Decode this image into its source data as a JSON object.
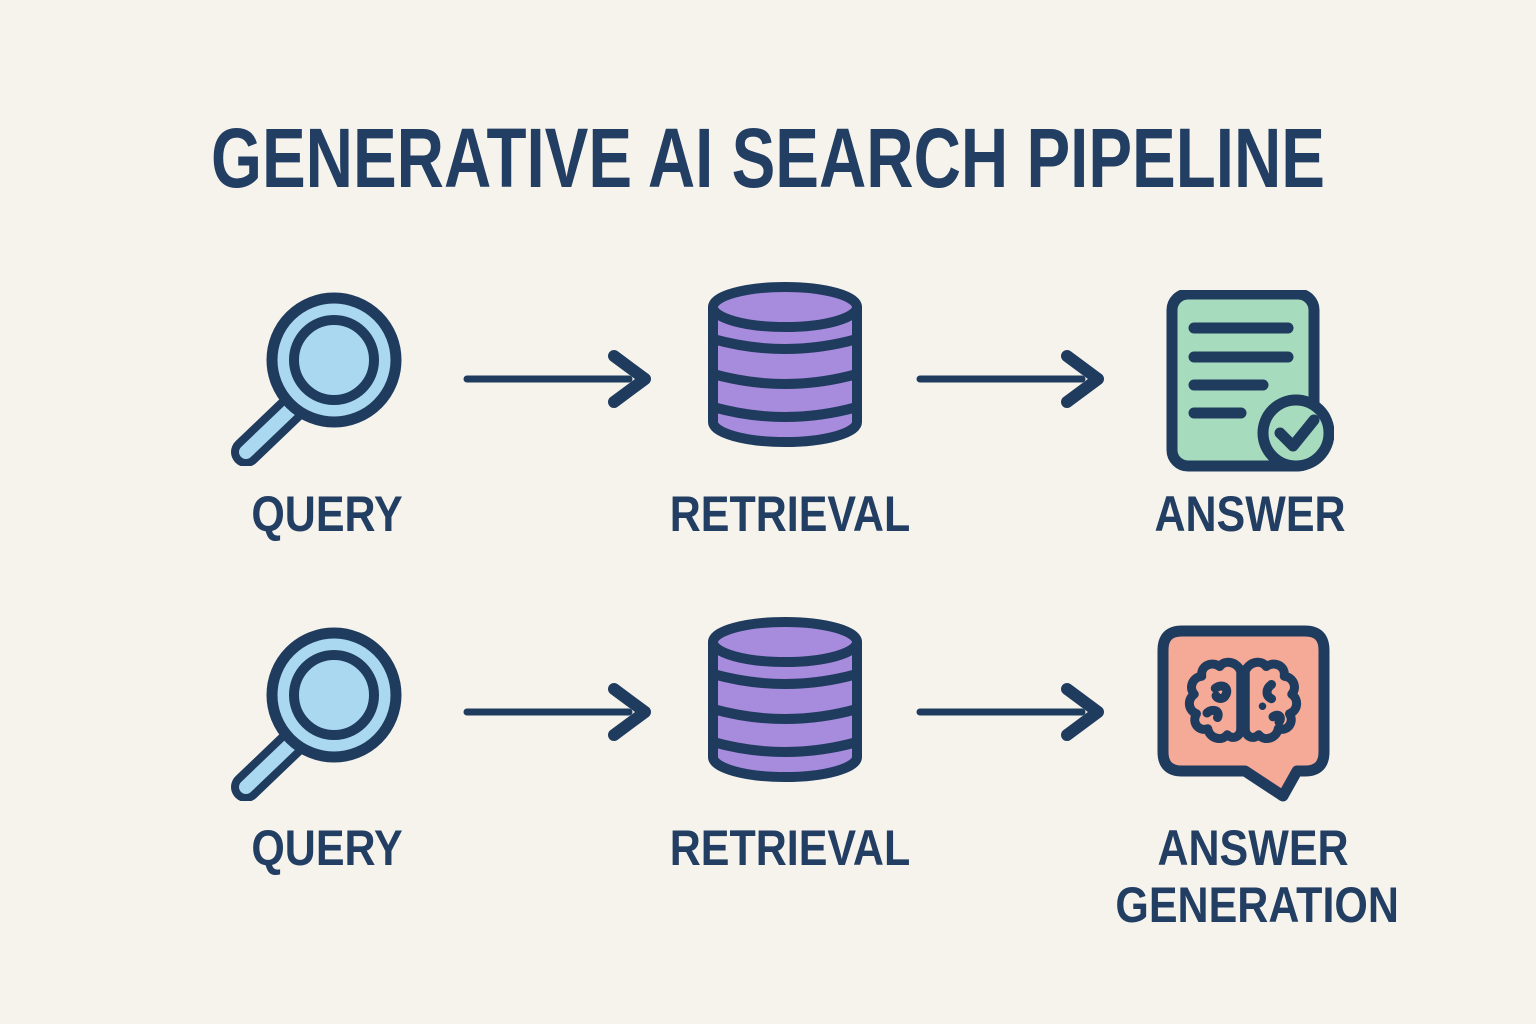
{
  "title": "GENERATIVE AI SEARCH PIPELINE",
  "rows": [
    {
      "steps": [
        {
          "label": "QUERY",
          "icon": "magnifier"
        },
        {
          "label": "RETRIEVAL",
          "icon": "database"
        },
        {
          "label": "ANSWER",
          "icon": "document-check"
        }
      ]
    },
    {
      "steps": [
        {
          "label": "QUERY",
          "icon": "magnifier"
        },
        {
          "label": "RETRIEVAL",
          "icon": "database"
        },
        {
          "label": "ANSWER GENERATION",
          "icon": "brain-speech-bubble"
        }
      ]
    }
  ],
  "icons": {
    "magnifier": "magnifying-glass",
    "database": "database-cylinder",
    "document_check": "document-with-checkmark",
    "brain_bubble": "speech-bubble-with-brain",
    "arrow": "right-arrow"
  },
  "colors": {
    "background": "#f6f3ec",
    "outline_navy": "#1f3b5e",
    "text_navy": "#223e62",
    "query_blue": "#a9d8f0",
    "retrieval_purple": "#a78bdc",
    "answer_green": "#a7dbbd",
    "generation_salmon": "#f5a997"
  }
}
